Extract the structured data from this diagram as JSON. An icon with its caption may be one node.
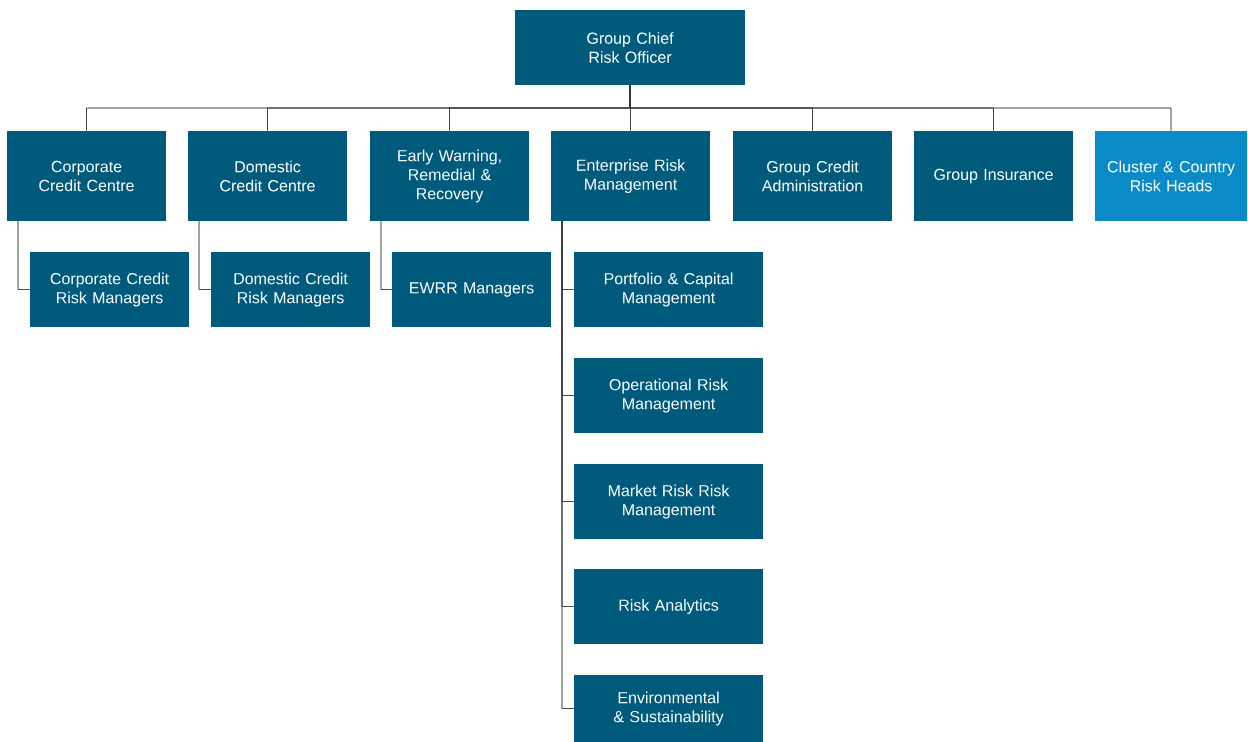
{
  "diagram": {
    "nodes": [
      {
        "text": [
          "Group Chief Risk Officer"
        ]
      },
      {
        "text": [
          "Corporate Credit Centre"
        ]
      },
      {
        "text": [
          "Domestic Credit Centre"
        ]
      },
      {
        "text": [
          "Early Warning, Remedial & Recovery"
        ]
      },
      {
        "text": [
          "Enterprise Risk Management"
        ]
      },
      {
        "text": [
          "Group Credit Administration"
        ]
      },
      {
        "text": [
          "Group Insurance"
        ]
      },
      {
        "text": [
          "Cluster & Country Risk Heads"
        ]
      },
      {
        "text": [
          "Corporate Credit Risk Managers"
        ]
      },
      {
        "text": [
          "Domestic Credit Risk Managers"
        ]
      },
      {
        "text": [
          "EWRR Managers"
        ]
      },
      {
        "text": [
          "Portfolio & Capital Management"
        ]
      },
      {
        "text": [
          "Operational Risk Management"
        ]
      },
      {
        "text": [
          "Market Risk Risk Management"
        ]
      },
      {
        "text": [
          "Risk Analytics"
        ]
      },
      {
        "text": [
          "Environmental & Sustainability"
        ]
      }
    ],
    "edges": [
      {
        "from": 0,
        "to": 1,
        "arrow": "none"
      },
      {
        "from": 0,
        "to": 2,
        "arrow": "none"
      },
      {
        "from": 0,
        "to": 3,
        "arrow": "none"
      },
      {
        "from": 0,
        "to": 4,
        "arrow": "none"
      },
      {
        "from": 0,
        "to": 5,
        "arrow": "none"
      },
      {
        "from": 0,
        "to": 6,
        "arrow": "none"
      },
      {
        "from": 0,
        "to": 7,
        "arrow": "none"
      },
      {
        "from": 1,
        "to": 8,
        "arrow": "none"
      },
      {
        "from": 2,
        "to": 9,
        "arrow": "none"
      },
      {
        "from": 3,
        "to": 10,
        "arrow": "none"
      },
      {
        "from": 4,
        "to": 11,
        "arrow": "none"
      },
      {
        "from": 4,
        "to": 12,
        "arrow": "none"
      },
      {
        "from": 4,
        "to": 13,
        "arrow": "none"
      },
      {
        "from": 4,
        "to": 14,
        "arrow": "none"
      },
      {
        "from": 4,
        "to": 15,
        "arrow": "none"
      }
    ]
  }
}
